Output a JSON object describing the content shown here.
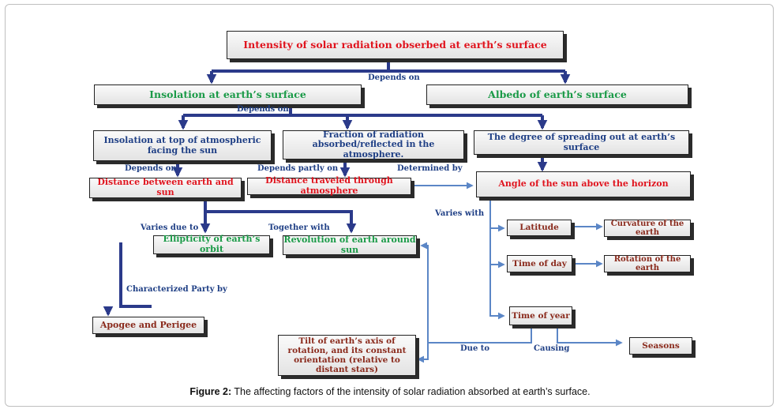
{
  "nodes": {
    "main": "Intensity of solar radiation obserbed at earth’s surface",
    "insolation": "Insolation at earth’s surface",
    "albedo": "Albedo of earth’s surface",
    "top_atm": "Insolation at top of atmospheric facing the sun",
    "fraction": "Fraction of radiation absorbed/reflected in the atmosphere.",
    "spreading": "The degree of spreading out at earth’s surface",
    "distance_sun": "Distance between earth and sun",
    "distance_atm": "Distance traveled through atmosphere",
    "angle": "Angle of the sun above the horizon",
    "ellipticity": "Ellipticity of earth’s orbit",
    "revolution": "Revolution of earth around sun",
    "latitude": "Latitude",
    "curvature": "Curvature of the earth",
    "time_day": "Time of day",
    "rotation": "Rotation of the earth",
    "time_year": "Time of year",
    "seasons": "Seasons",
    "apogee": "Apogee and Perigee",
    "tilt": "Tilt of earth’s axis of rotation, and its constant orientation (relative to distant stars)"
  },
  "labels": {
    "depends_on_1": "Depends on",
    "depends_on_2": "Depends on",
    "depends_on_3": "Depends on",
    "depends_partly_on": "Depends partly on",
    "determined_by": "Determined by",
    "varies_due_to": "Varies due to",
    "together_with": "Together with",
    "varies_with": "Varies with",
    "characterized_party_by": "Characterized Party by",
    "due_to": "Due to",
    "causing": "Causing"
  },
  "caption": {
    "prefix": "Figure 2:",
    "text": " The affecting factors of the intensity of solar radiation absorbed at earth’s surface."
  },
  "colors": {
    "dark_arrow": "#2b3a8a",
    "light_arrow": "#5b86c6",
    "red_text": "#e0141e",
    "green_text": "#1a9a47",
    "blue_text": "#1f3f85",
    "brown_text": "#8a2a1c"
  }
}
